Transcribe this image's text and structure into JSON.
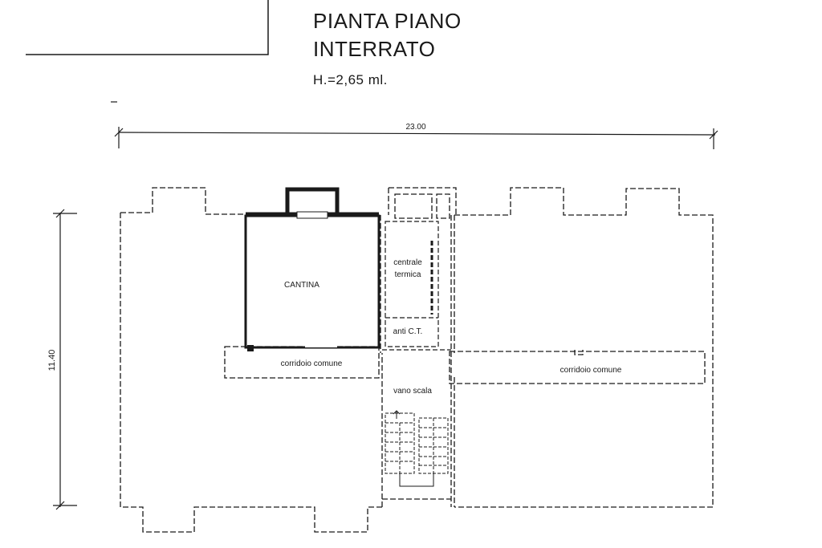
{
  "title": {
    "line1": "PIANTA PIANO",
    "line2": "INTERRATO",
    "height_note": "H.=2,65 ml."
  },
  "dimensions": {
    "width": "23.00",
    "height": "11.40"
  },
  "rooms": {
    "cantina": "CANTINA",
    "centrale_line1": "centrale",
    "centrale_line2": "termica",
    "anti_ct": "anti C.T.",
    "corridoio_left": "corridoio comune",
    "corridoio_right": "corridoio comune",
    "vano_scala": "vano scala"
  },
  "colors": {
    "ink": "#1a1a1a",
    "background": "#ffffff"
  }
}
